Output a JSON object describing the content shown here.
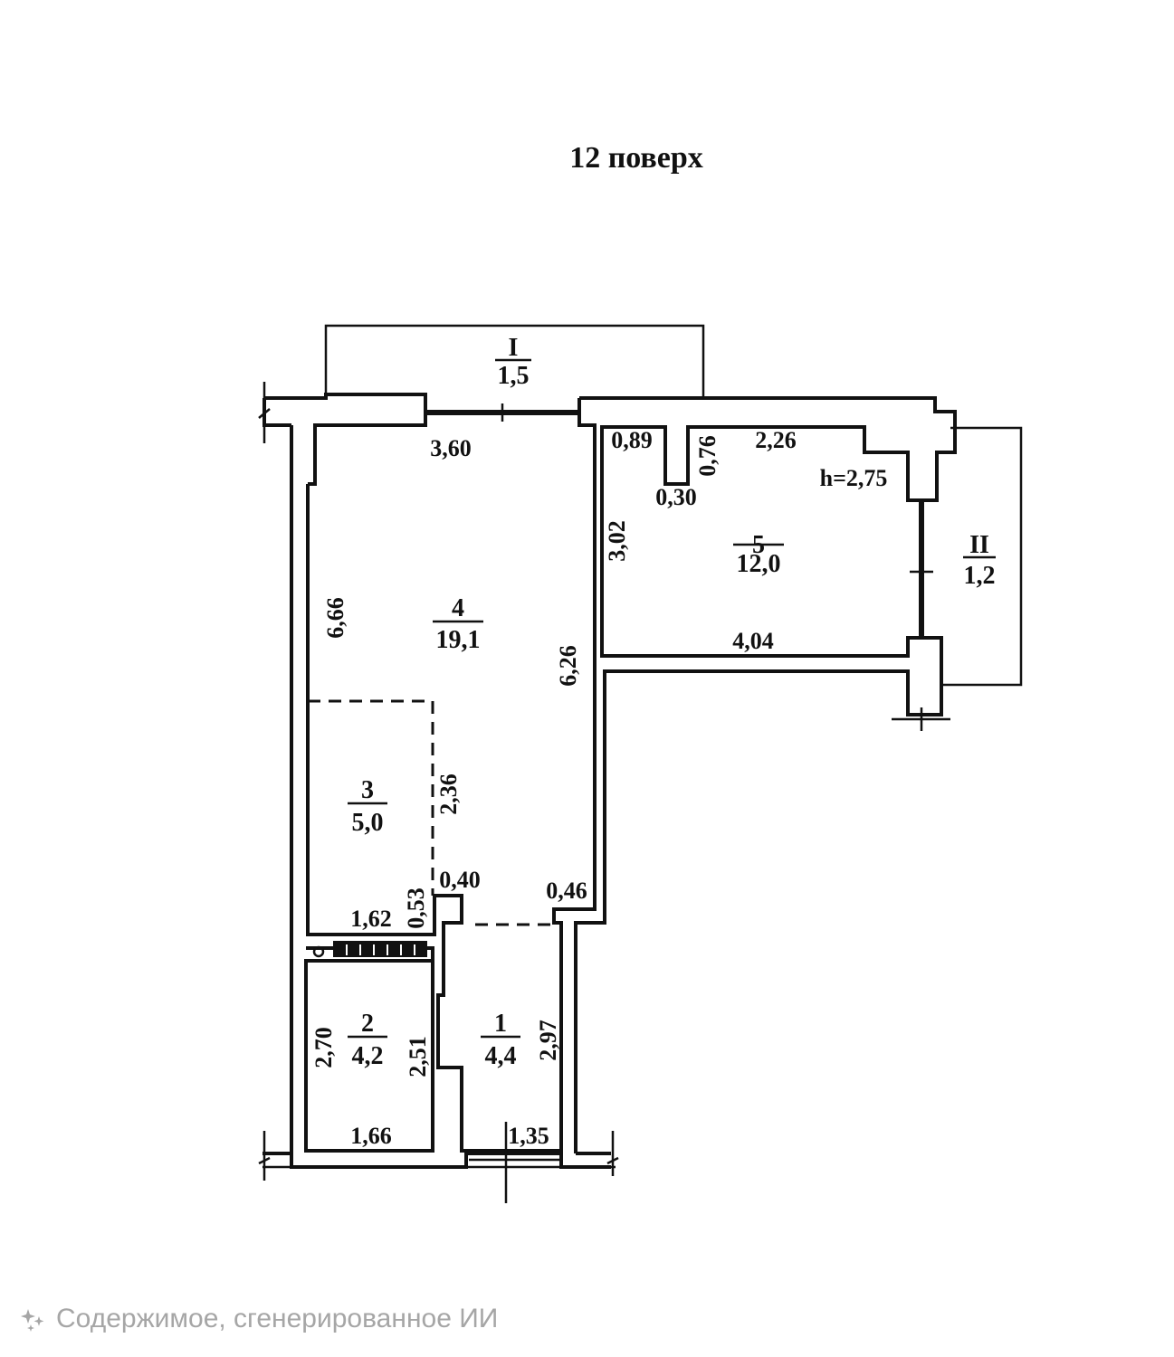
{
  "title": "12 поверх",
  "rooms": [
    {
      "id": "1",
      "area": "4,4"
    },
    {
      "id": "2",
      "area": "4,2"
    },
    {
      "id": "3",
      "area": "5,0"
    },
    {
      "id": "4",
      "area": "19,1"
    },
    {
      "id": "5",
      "area": "12,0"
    },
    {
      "id": "I",
      "area": "1,5"
    },
    {
      "id": "II",
      "area": "1,2"
    }
  ],
  "dimensions": {
    "d360": "3,60",
    "d089": "0,89",
    "d076": "0,76",
    "d226": "2,26",
    "d030": "0,30",
    "height": "h=2,75",
    "d302": "3,02",
    "d404": "4,04",
    "d666": "6,66",
    "d626": "6,26",
    "d236": "2,36",
    "d040": "0,40",
    "d046": "0,46",
    "d053": "0,53",
    "d162": "1,62",
    "d270": "2,70",
    "d251": "2,51",
    "d297": "2,97",
    "d166": "1,66",
    "d135": "1,35"
  },
  "watermark": {
    "text": "Содержимое, сгенерированное ИИ",
    "icon": "sparkle-icon",
    "color": "#a6a6a6"
  }
}
